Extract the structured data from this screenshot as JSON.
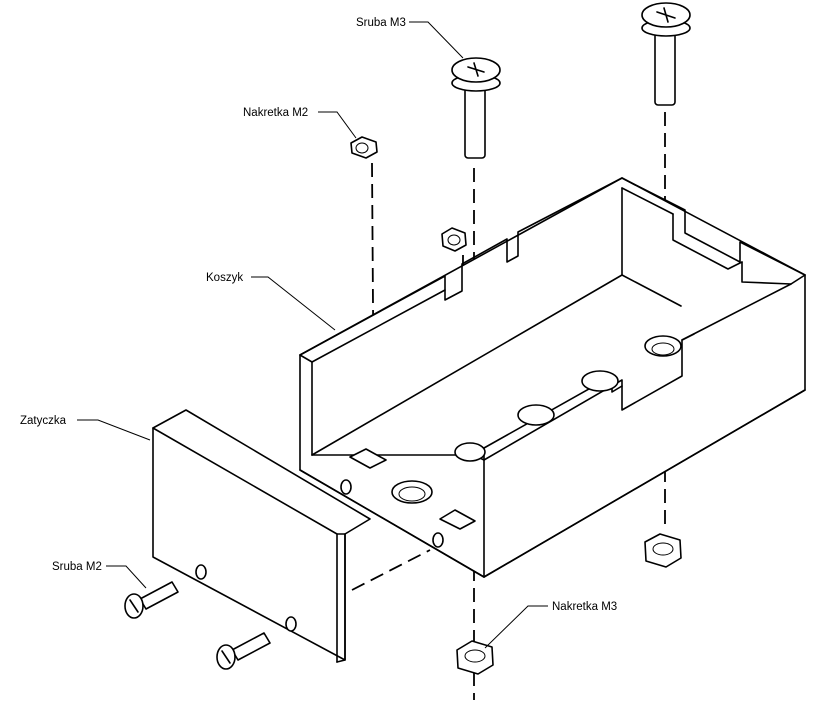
{
  "labels": {
    "sruba_m3": "Sruba M3",
    "nakretka_m2": "Nakretka M2",
    "koszyk": "Koszyk",
    "zatyczka": "Zatyczka",
    "sruba_m2": "Sruba M2",
    "nakretka_m3": "Nakretka M3"
  }
}
